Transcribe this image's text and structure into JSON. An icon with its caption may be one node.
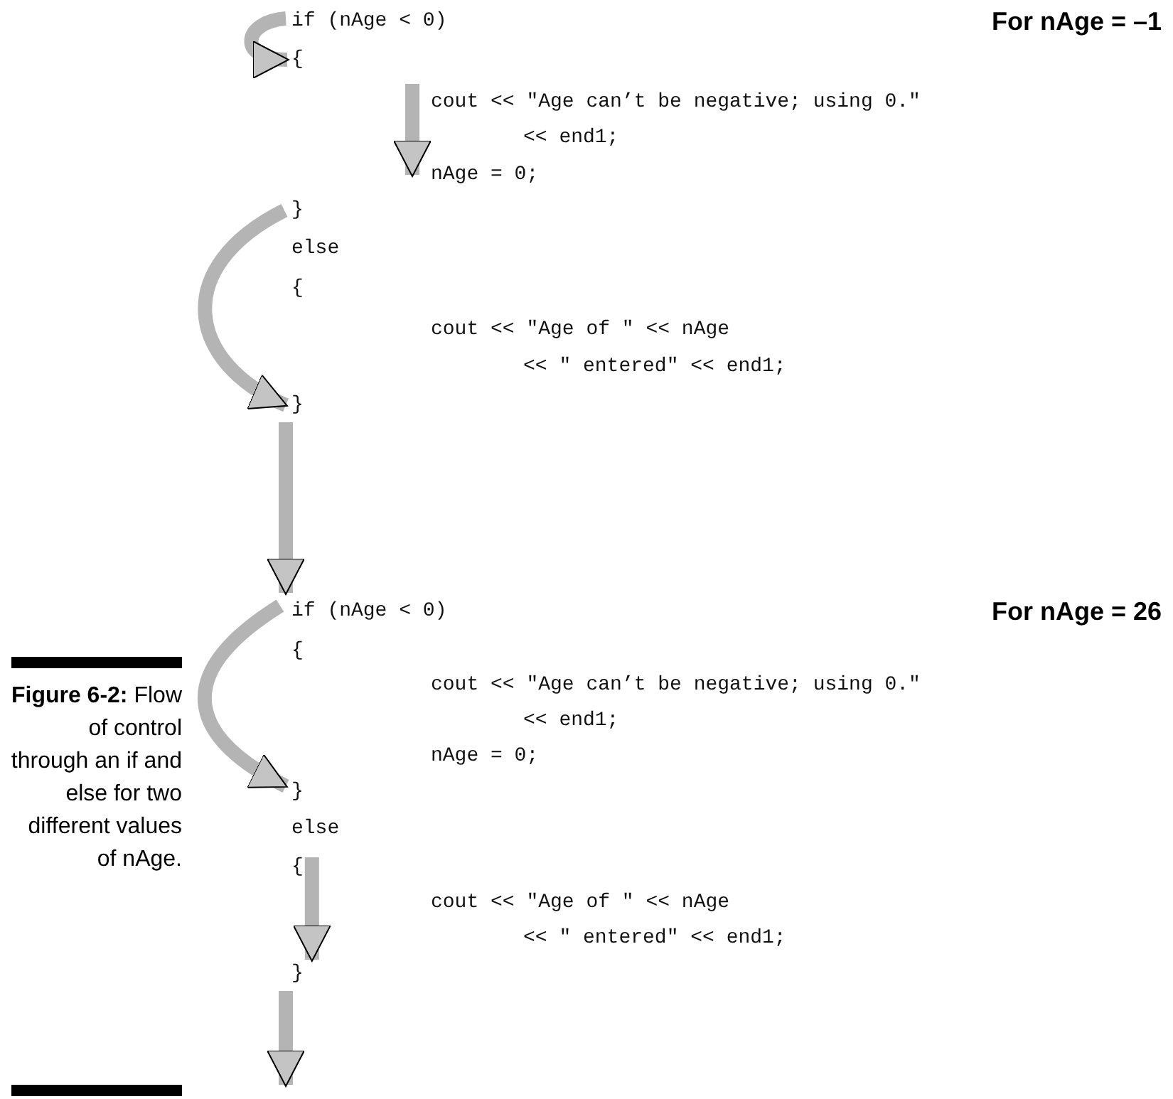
{
  "diagram": {
    "caption": "**Figure 6-2:** Flow of control through an if and else for two different values of nAge.",
    "nodes": [
      {
        "text": [
          "if (nAge < 0)"
        ]
      },
      {
        "text": [
          "{"
        ]
      },
      {
        "text": [
          "cout << \"Age can’t be negative; using 0.\""
        ]
      },
      {
        "text": [
          "<< end1;"
        ]
      },
      {
        "text": [
          "nAge = 0;"
        ]
      },
      {
        "text": [
          "}"
        ]
      },
      {
        "text": [
          "else"
        ]
      },
      {
        "text": [
          "{"
        ]
      },
      {
        "text": [
          "cout << \"Age of \" << nAge"
        ]
      },
      {
        "text": [
          "<< \" entered\" << end1;"
        ]
      },
      {
        "text": [
          "}"
        ]
      },
      {
        "text": [
          "if (nAge < 0)"
        ]
      },
      {
        "text": [
          "{"
        ]
      },
      {
        "text": [
          "cout << \"Age can’t be negative; using 0.\""
        ]
      },
      {
        "text": [
          "<< end1;"
        ]
      },
      {
        "text": [
          "nAge = 0;"
        ]
      },
      {
        "text": [
          "}"
        ]
      },
      {
        "text": [
          "else"
        ]
      },
      {
        "text": [
          "{"
        ]
      },
      {
        "text": [
          "cout << \"Age of \" << nAge"
        ]
      },
      {
        "text": [
          "<< \" entered\" << end1;"
        ]
      },
      {
        "text": [
          "}"
        ]
      }
    ],
    "edges": [
      {
        "from": 0,
        "to": 1,
        "arrow": "to"
      },
      {
        "from": 2,
        "to": 4,
        "arrow": "to"
      },
      {
        "from": 5,
        "to": 10,
        "arrow": "to"
      },
      {
        "from": 10,
        "to": 11,
        "arrow": "to"
      },
      {
        "from": 11,
        "to": 16,
        "arrow": "to"
      },
      {
        "from": 18,
        "to": 21,
        "arrow": "to"
      },
      {
        "from": 21,
        "to": null,
        "arrow": "to"
      }
    ],
    "labels": [
      "For nAge = –1",
      "For nAge = 26"
    ]
  }
}
